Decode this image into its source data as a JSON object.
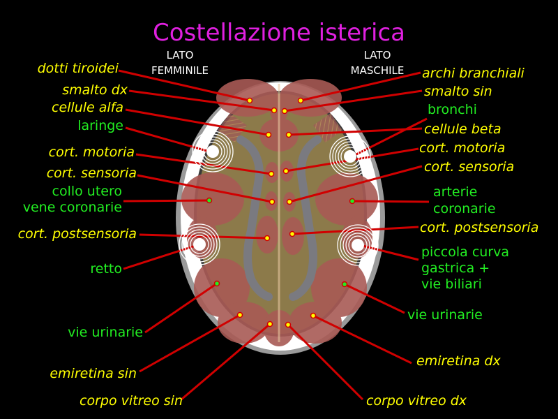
{
  "title": "Costellazione isterica",
  "sides": {
    "left_1": "LATO",
    "left_2": "FEMMINILE",
    "right_1": "LATO",
    "right_2": "MASCHILE"
  },
  "labels_left": {
    "dotti_tiroidei": "dotti tiroidei",
    "smalto_dx": "smalto dx",
    "cellule_alfa": "cellule alfa",
    "laringe": "laringe",
    "cort_motoria": "cort. motoria",
    "cort_sensoria": "cort. sensoria",
    "collo_utero": "collo utero",
    "vene_coronarie": "vene coronarie",
    "cort_postsensoria": "cort. postsensoria",
    "retto": "retto",
    "vie_urinarie": "vie urinarie",
    "emiretina_sin": "emiretina sin",
    "corpo_vitreo_sin": "corpo vitreo sin"
  },
  "labels_right": {
    "archi_branchiali": "archi branchiali",
    "smalto_sin": "smalto sin",
    "bronchi": "bronchi",
    "cellule_beta": "cellule beta",
    "cort_motoria": "cort. motoria",
    "cort_sensoria": "cort. sensoria",
    "arterie": "arterie",
    "coronarie": "coronarie",
    "cort_postsensoria": "cort. postsensoria",
    "piccola_curva_1": "piccola curva",
    "piccola_curva_2": "gastrica +",
    "piccola_curva_3": "vie biliari",
    "vie_urinarie": "vie urinarie",
    "emiretina_dx": "emiretina dx",
    "corpo_vitreo_dx": "corpo vitreo dx"
  },
  "colors": {
    "title": "#e020e0",
    "yellow_label": "#ffff00",
    "green_label": "#22ee22",
    "line": "#d00000"
  }
}
